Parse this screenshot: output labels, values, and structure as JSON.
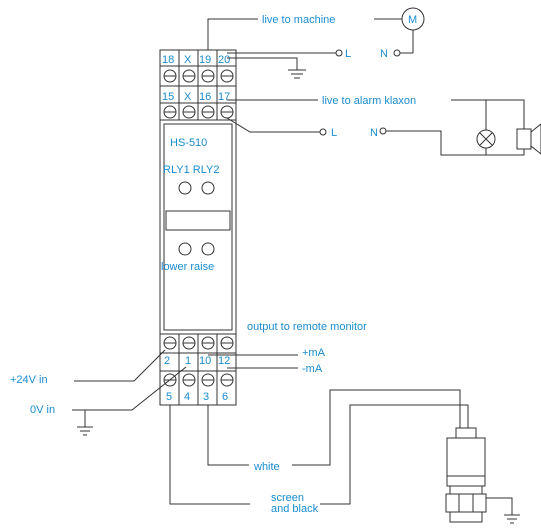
{
  "colors": {
    "text": "#1a8ccf",
    "line": "#333333",
    "background": "#ffffff"
  },
  "module": {
    "model": "HS-510",
    "relay_labels": "RLY1 RLY2",
    "button_labels": "lower raise"
  },
  "terminals": {
    "row1": [
      "18",
      "X",
      "19",
      "20"
    ],
    "row2": [
      "15",
      "X",
      "16",
      "17"
    ],
    "row3": [
      "2",
      "1",
      "10",
      "12"
    ],
    "row4": [
      "5",
      "4",
      "3",
      "6"
    ]
  },
  "labels": {
    "live_machine": "live to machine",
    "motor": "M",
    "live_l": "L",
    "neutral_n": "N",
    "live_alarm": "live to alarm klaxon",
    "output_remote": "output to remote monitor",
    "plus_ma": "+mA",
    "minus_ma": "-mA",
    "v24_in": "+24V in",
    "v0_in": "0V in",
    "white": "white",
    "screen_black_1": "screen",
    "screen_black_2": "and black"
  },
  "icons": [
    "motor-icon",
    "lamp-icon",
    "klaxon-icon",
    "ground-icon",
    "sensor-icon"
  ]
}
